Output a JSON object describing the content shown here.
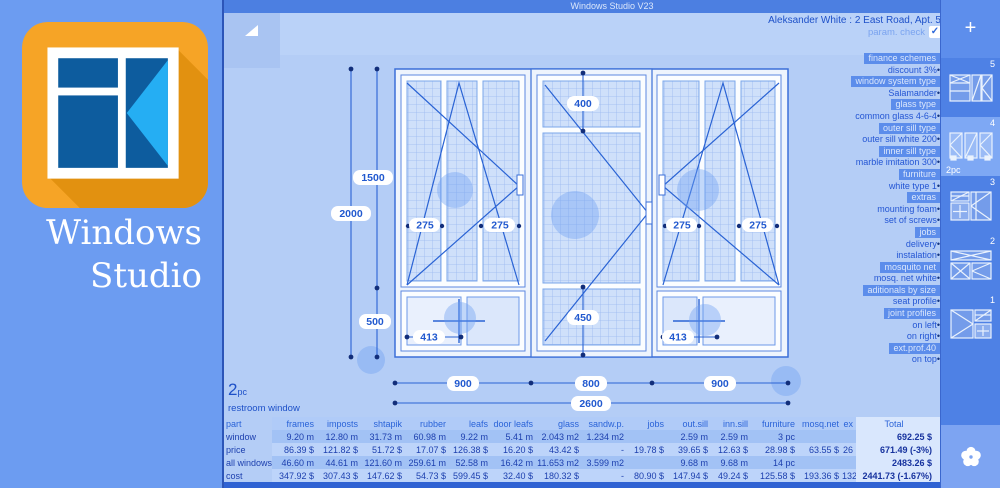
{
  "promo": {
    "name_line1": "Windows",
    "name_line2": "Studio"
  },
  "titlebar": {
    "title": "Windows Studio V23"
  },
  "header": {
    "client": "Aleksander White : 2 East Road, Apt. 5",
    "param_check_label": "param. check",
    "check_glyph": "✓"
  },
  "sidebar": {
    "items": [
      {
        "label": "finance schemes",
        "kind": "section"
      },
      {
        "label": "discount 3%",
        "kind": "value"
      },
      {
        "label": "window system type",
        "kind": "section"
      },
      {
        "label": "Salamander",
        "kind": "value"
      },
      {
        "label": "glass type",
        "kind": "section"
      },
      {
        "label": "common glass 4-6-4",
        "kind": "value"
      },
      {
        "label": "outer sill type",
        "kind": "section"
      },
      {
        "label": "outer sill white 200",
        "kind": "value"
      },
      {
        "label": "inner sill type",
        "kind": "section"
      },
      {
        "label": "marble imitation 300",
        "kind": "value"
      },
      {
        "label": "furniture",
        "kind": "section"
      },
      {
        "label": "white type 1",
        "kind": "value"
      },
      {
        "label": "extras",
        "kind": "section"
      },
      {
        "label": "mounting foam",
        "kind": "value"
      },
      {
        "label": "set of screws",
        "kind": "value"
      },
      {
        "label": "jobs",
        "kind": "section"
      },
      {
        "label": "delivery",
        "kind": "value"
      },
      {
        "label": "instalation",
        "kind": "value"
      },
      {
        "label": "mosquito net",
        "kind": "section"
      },
      {
        "label": "mosq. net white",
        "kind": "value"
      },
      {
        "label": "aditionals by size",
        "kind": "section"
      },
      {
        "label": "seat profile",
        "kind": "value"
      },
      {
        "label": "joint profiles",
        "kind": "section"
      },
      {
        "label": "on left",
        "kind": "value"
      },
      {
        "label": "on right",
        "kind": "value"
      },
      {
        "label": "ext.prof.40",
        "kind": "section"
      },
      {
        "label": "on top",
        "kind": "value"
      }
    ]
  },
  "drawing": {
    "dims": {
      "total_width": "2600",
      "w_left": "900",
      "w_center": "800",
      "w_right": "900",
      "height": "2000",
      "upper": "1500",
      "lower": "500",
      "door_top": "400",
      "door_bottom": "450",
      "leaf1": "275",
      "leaf2": "275",
      "leaf3": "275",
      "leaf4": "275",
      "sill_left": "413",
      "sill_right": "413"
    }
  },
  "summary": {
    "count": "2",
    "unit": "pc",
    "name": "restroom window"
  },
  "rail": {
    "plus_label": "+",
    "thumbs": [
      {
        "num": "5",
        "selected": false,
        "label": ""
      },
      {
        "num": "4",
        "selected": true,
        "label": "2pc"
      },
      {
        "num": "3",
        "selected": false,
        "label": ""
      },
      {
        "num": "2",
        "selected": false,
        "label": ""
      },
      {
        "num": "1",
        "selected": false,
        "label": ""
      }
    ]
  },
  "table": {
    "headers": [
      "part",
      "frames",
      "imposts",
      "shtapik",
      "rubber",
      "leafs",
      "door leafs",
      "glass",
      "sandw.p.",
      "jobs",
      "out.sill",
      "inn.sill",
      "furniture",
      "mosq.net",
      "ex",
      "Total"
    ],
    "rows": [
      {
        "cells": [
          "window",
          "9.20 m",
          "12.80 m",
          "31.73 m",
          "60.98 m",
          "9.22 m",
          "5.41 m",
          "2.043 m2",
          "1.234 m2",
          "",
          "2.59 m",
          "2.59 m",
          "3 pc",
          "",
          "",
          "692.25 $"
        ]
      },
      {
        "cells": [
          "price",
          "86.39 $",
          "121.82 $",
          "51.72 $",
          "17.07 $",
          "126.38 $",
          "16.20 $",
          "43.42 $",
          "-",
          "19.78 $",
          "39.65 $",
          "12.63 $",
          "28.98 $",
          "63.55 $",
          "26",
          "671.49 (-3%)"
        ]
      },
      {
        "cells": [
          "all windows",
          "46.60 m",
          "44.61 m",
          "121.60 m",
          "259.61 m",
          "52.58 m",
          "16.42 m",
          "11.653 m2",
          "3.599 m2",
          "",
          "9.68 m",
          "9.68 m",
          "14 pc",
          "",
          "",
          "2483.26 $"
        ]
      },
      {
        "cells": [
          "cost",
          "347.92 $",
          "307.43 $",
          "147.62 $",
          "54.73 $",
          "599.45 $",
          "32.40 $",
          "180.32 $",
          "-",
          "80.90 $",
          "147.94 $",
          "49.24 $",
          "125.58 $",
          "193.36 $",
          "132",
          "2441.73 (-1.67%)"
        ]
      }
    ]
  },
  "colors": {
    "accent": "#4c7fe1",
    "canvas": "#b4cdf6",
    "section_bg": "#5c8deb",
    "brand_orange": "#f6a426",
    "pane_blue": "#0d5c9e",
    "leaf_cyan": "#25aef3",
    "dim_line": "#2a63d4",
    "total_bg": "#d9e7fd"
  }
}
